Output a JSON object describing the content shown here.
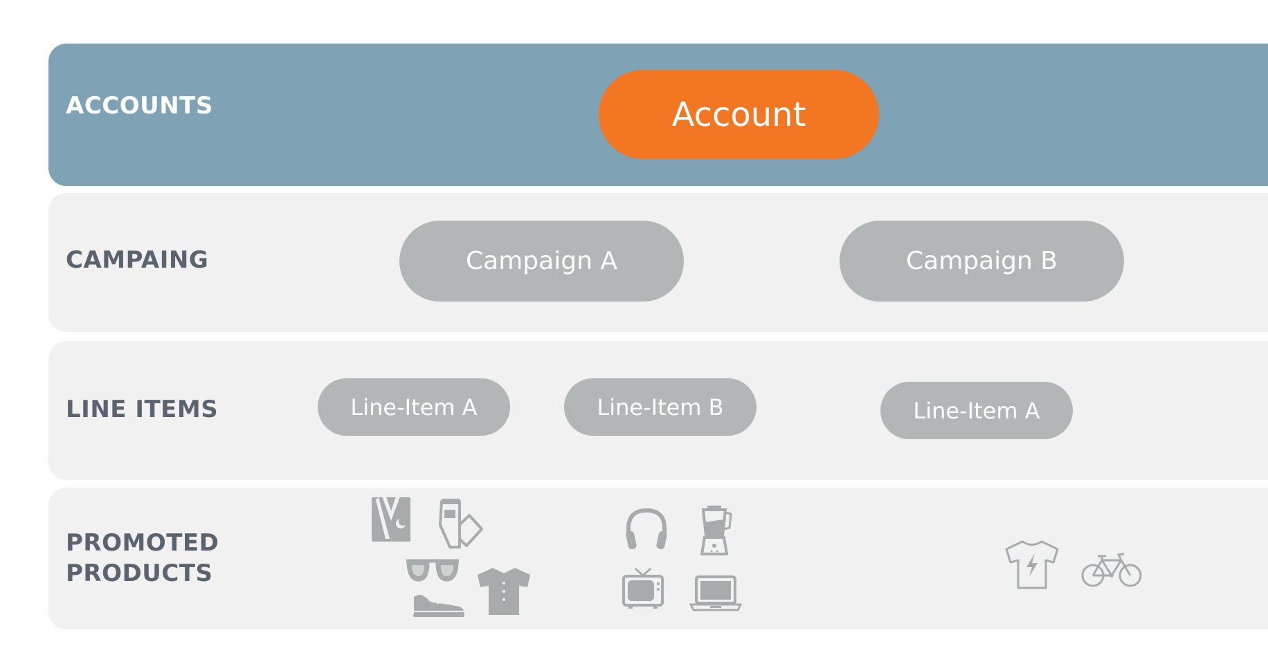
{
  "rows": {
    "accounts": {
      "label": "ACCOUNTS",
      "nodes": [
        "Account"
      ]
    },
    "campaign": {
      "label": "CAMPAING",
      "nodes": [
        "Campaign A",
        "Campaign B"
      ]
    },
    "line_items": {
      "label": "LINE ITEMS",
      "nodes": [
        "Line-Item A",
        "Line-Item B",
        "Line-Item A"
      ]
    },
    "promoted_products": {
      "label": "PROMOTED\nPRODUCTS",
      "groups": [
        [
          "robe-icon",
          "jeans-icon",
          "sunglasses-icon",
          "shirt-icon",
          "sneaker-icon"
        ],
        [
          "headphones-icon",
          "blender-icon",
          "tv-icon",
          "laptop-icon"
        ],
        [
          "tshirt-icon",
          "bicycle-icon"
        ]
      ]
    }
  },
  "colors": {
    "accounts_band": "#7fa2b5",
    "account_node": "#f37722",
    "row_band": "#f1f1f1",
    "node": "#b2b6b6",
    "label": "#5b646e",
    "icon": "#a7abab"
  }
}
